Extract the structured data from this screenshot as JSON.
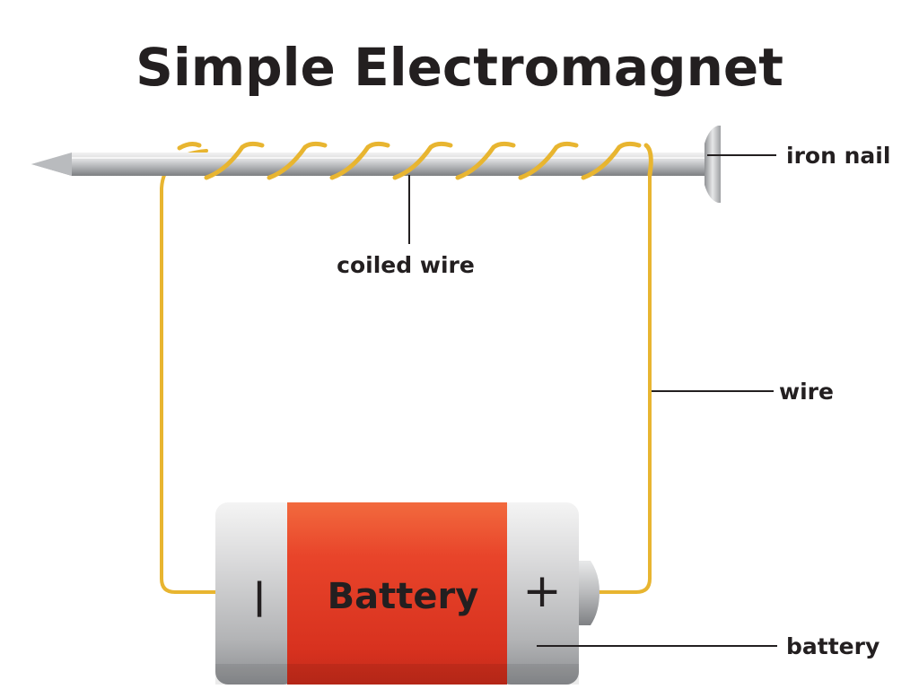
{
  "title": "Simple Electromagnet",
  "labels": {
    "iron_nail": "iron nail",
    "coiled_wire": "coiled wire",
    "wire": "wire",
    "battery": "battery"
  },
  "battery": {
    "text": "Battery",
    "negative_symbol": "|",
    "positive_symbol": "+"
  },
  "colors": {
    "wire": "#e8b530",
    "wire_dark": "#b8861a",
    "battery_red": "#e8442a",
    "battery_silver": "#c9cacc",
    "text": "#231f20"
  }
}
